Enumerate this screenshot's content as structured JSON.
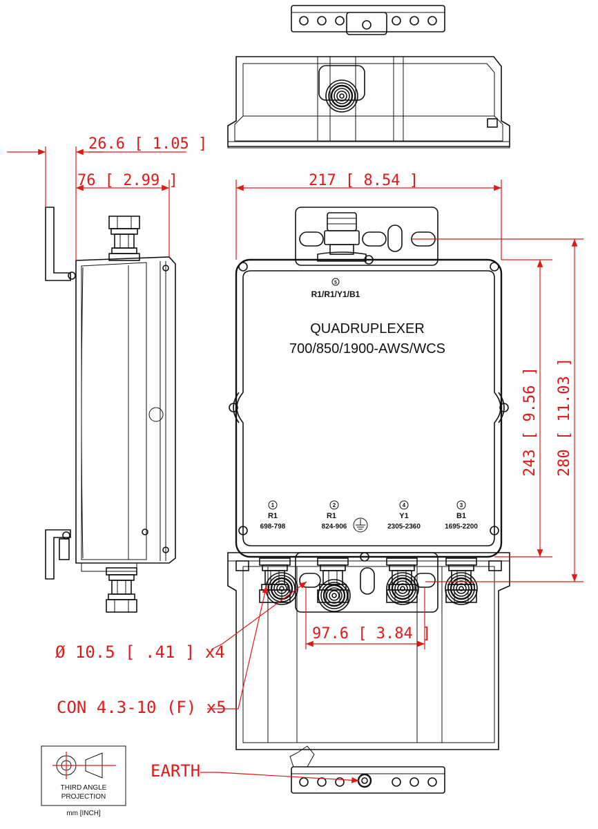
{
  "colors": {
    "dimension": "#e01818",
    "outline": "#111111",
    "background": "#ffffff"
  },
  "front": {
    "title_line1": "QUADRUPLEXER",
    "title_line2": "700/850/1900-AWS/WCS",
    "top_port": {
      "number": "5",
      "label": "R1/R1/Y1/B1"
    },
    "ports": [
      {
        "number": "1",
        "name": "R1",
        "range": "698-798"
      },
      {
        "number": "2",
        "name": "R1",
        "range": "824-906"
      },
      {
        "number": "4",
        "name": "Y1",
        "range": "2305-2360"
      },
      {
        "number": "3",
        "name": "B1",
        "range": "1695-2200"
      }
    ],
    "earth_icon": "ground-icon"
  },
  "dimensions": {
    "bracket_offset": "26.6 [ 1.05 ]",
    "depth": "76 [ 2.99 ]",
    "width": "217 [ 8.54 ]",
    "body_height": "243 [ 9.56 ]",
    "overall_height": "280 [ 11.03 ]",
    "hole_spacing": "97.6 [ 3.84 ]"
  },
  "callouts": {
    "holes": "Ø 10.5 [ .41 ] x4",
    "connectors": "CON 4.3-10 (F) x5",
    "earth": "EARTH"
  },
  "legend": {
    "line1": "THIRD ANGLE",
    "line2": "PROJECTION",
    "units": "mm [INCH]"
  }
}
